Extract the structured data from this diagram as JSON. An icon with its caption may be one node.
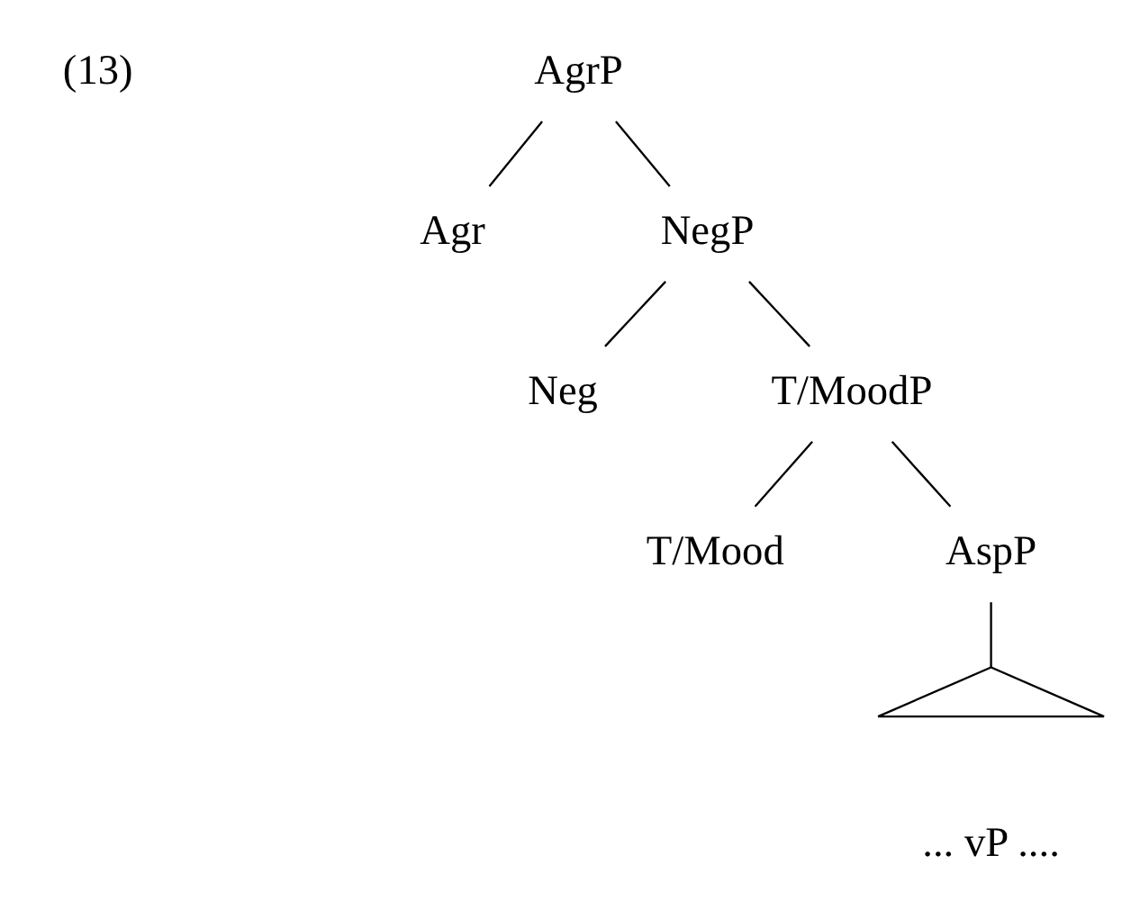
{
  "diagram": {
    "nodes": [
      {
        "text": [
          "AgrP"
        ]
      },
      {
        "text": [
          "Agr"
        ]
      },
      {
        "text": [
          "NegP"
        ]
      },
      {
        "text": [
          "Neg"
        ]
      },
      {
        "text": [
          "T/MoodP"
        ]
      },
      {
        "text": [
          "T/Mood"
        ]
      },
      {
        "text": [
          "AspP"
        ]
      },
      {
        "text": [],
        "shape": "triangle",
        "beside": [
          "... vP ...."
        ]
      }
    ],
    "edges": [
      {
        "from": 0,
        "to": 1,
        "arrow": "none"
      },
      {
        "from": 0,
        "to": 2,
        "arrow": "none"
      },
      {
        "from": 2,
        "to": 3,
        "arrow": "none"
      },
      {
        "from": 2,
        "to": 4,
        "arrow": "none"
      },
      {
        "from": 4,
        "to": 5,
        "arrow": "none"
      },
      {
        "from": 4,
        "to": 6,
        "arrow": "none"
      },
      {
        "from": 6,
        "to": 7,
        "arrow": "none"
      }
    ],
    "labels": [
      "(13)"
    ]
  }
}
